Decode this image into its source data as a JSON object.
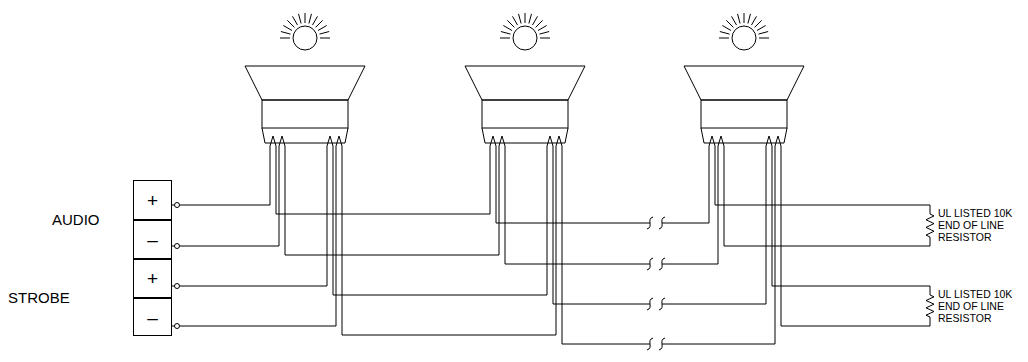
{
  "diagram": {
    "nodes": [
      {
        "text": [
          "+"
        ]
      },
      {
        "text": [
          "–"
        ]
      },
      {
        "text": [
          "+"
        ]
      },
      {
        "text": [
          "–"
        ]
      }
    ],
    "labels": [
      "AUDIO",
      "STROBE",
      "UL LISTED 10K END OF LINE RESISTOR",
      "UL LISTED 10K END OF LINE RESISTOR"
    ]
  }
}
